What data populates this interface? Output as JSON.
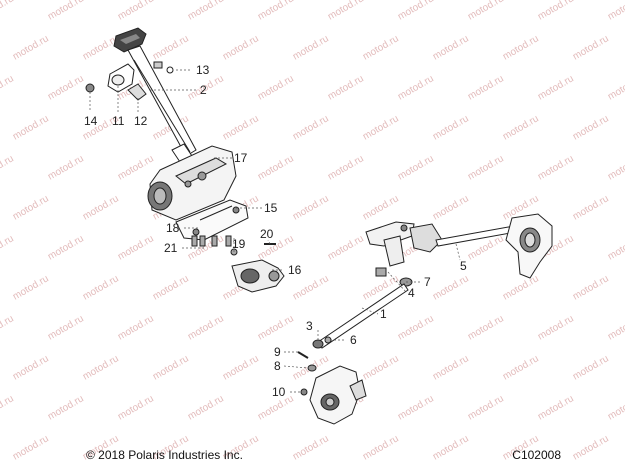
{
  "watermark": "motod.ru",
  "callouts": [
    {
      "id": "c13",
      "label": "13"
    },
    {
      "id": "c2",
      "label": "2"
    },
    {
      "id": "c14",
      "label": "14"
    },
    {
      "id": "c11",
      "label": "11"
    },
    {
      "id": "c12",
      "label": "12"
    },
    {
      "id": "c17",
      "label": "17"
    },
    {
      "id": "c15",
      "label": "15"
    },
    {
      "id": "c18",
      "label": "18"
    },
    {
      "id": "c21",
      "label": "21"
    },
    {
      "id": "c19",
      "label": "19"
    },
    {
      "id": "c20",
      "label": "20"
    },
    {
      "id": "c16",
      "label": "16"
    },
    {
      "id": "c5",
      "label": "5"
    },
    {
      "id": "c7",
      "label": "7"
    },
    {
      "id": "c4",
      "label": "4"
    },
    {
      "id": "c1",
      "label": "1"
    },
    {
      "id": "c3",
      "label": "3"
    },
    {
      "id": "c6",
      "label": "6"
    },
    {
      "id": "c9",
      "label": "9"
    },
    {
      "id": "c8",
      "label": "8"
    },
    {
      "id": "c10",
      "label": "10"
    }
  ],
  "footer": {
    "copyright": "© 2018 Polaris Industries Inc.",
    "code": "C102008"
  }
}
